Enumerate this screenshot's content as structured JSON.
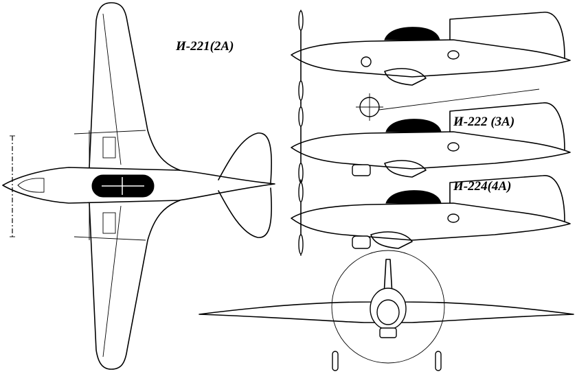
{
  "labels": {
    "i221": "И-221(2А)",
    "i222": "И-222 (3А)",
    "i224": "И-224(4А)"
  },
  "colors": {
    "ink": "#000000",
    "paper": "#ffffff"
  }
}
